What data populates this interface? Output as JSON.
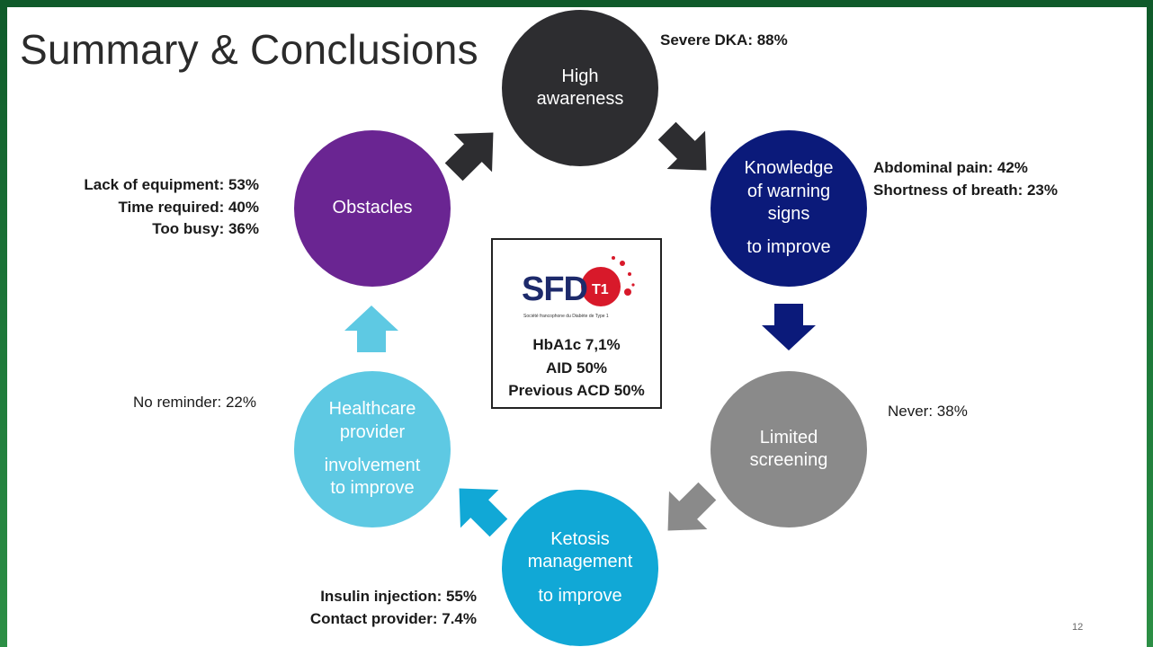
{
  "slide": {
    "title": "Summary & Conclusions",
    "page_number": "12"
  },
  "nodes": {
    "high_awareness": {
      "lines": [
        "High",
        "awareness"
      ],
      "color": "#2d2d30"
    },
    "knowledge": {
      "lines": [
        "Knowledge",
        "of warning",
        "signs"
      ],
      "extra": "to improve",
      "color": "#0b1a7a"
    },
    "limited_screening": {
      "lines": [
        "Limited",
        "screening"
      ],
      "color": "#8a8a8a"
    },
    "ketosis": {
      "lines": [
        "Ketosis",
        "management"
      ],
      "extra": "to improve",
      "color": "#11a8d6"
    },
    "healthcare": {
      "lines": [
        "Healthcare",
        "provider"
      ],
      "extra_lines": [
        "involvement",
        "to improve"
      ],
      "color": "#5ec9e3"
    },
    "obstacles": {
      "lines": [
        "Obstacles"
      ],
      "color": "#6a2592"
    }
  },
  "annotations": {
    "severe_dka": "Severe DKA: 88%",
    "warning_signs": [
      "Abdominal pain: 42%",
      "Shortness of breath: 23%"
    ],
    "never": "Never: 38%",
    "ketosis_actions": [
      "Insulin injection: 55%",
      "Contact provider: 7.4%"
    ],
    "no_reminder": "No reminder: 22%",
    "obstacles_list": [
      "Lack of equipment: 53%",
      "Time required: 40%",
      "Too busy: 36%"
    ]
  },
  "center": {
    "logo": {
      "main": "SFD",
      "badge": "T1",
      "tagline": "Société francophone du Diabète de Type 1"
    },
    "stats": [
      "HbA1c 7,1%",
      "AID 50%",
      "Previous ACD 50%"
    ]
  },
  "colors": {
    "frame": "#1b6b33",
    "logo_red": "#d8192a",
    "logo_navy": "#1d2a6b"
  },
  "icons": {
    "cycle_arrows": "block-arrow"
  }
}
